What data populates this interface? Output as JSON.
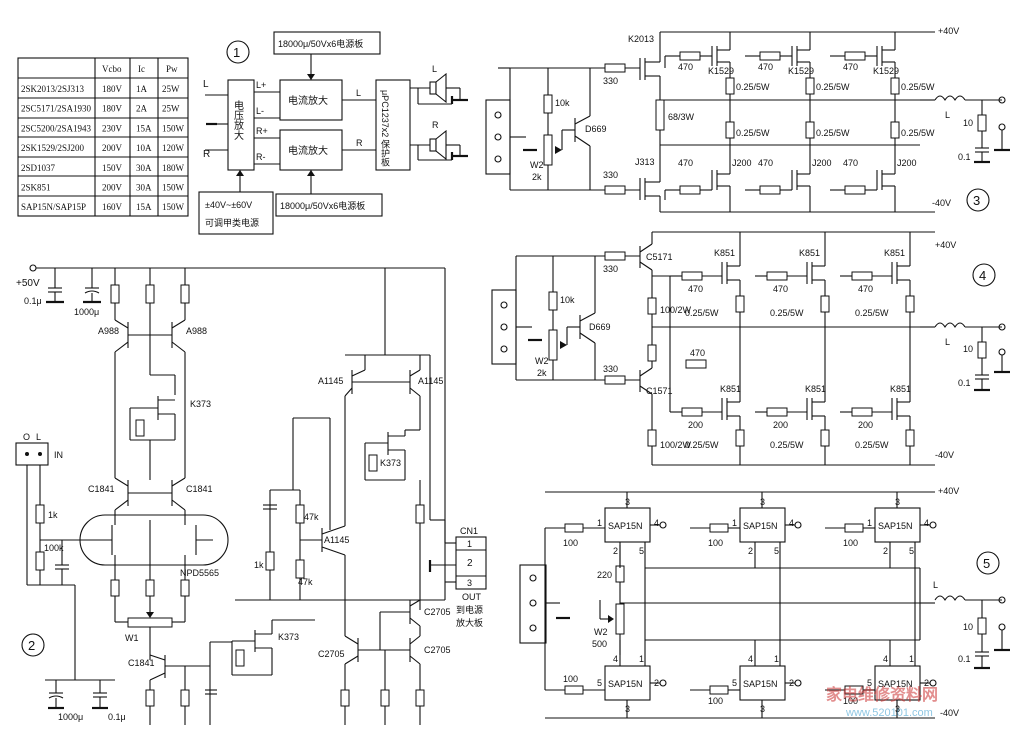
{
  "table": {
    "header": [
      "",
      "Vcbo",
      "Ic",
      "Pw"
    ],
    "rows": [
      [
        "2SK2013/2SJ313",
        "180V",
        "1A",
        "25W"
      ],
      [
        "2SC5171/2SA1930",
        "180V",
        "2A",
        "25W"
      ],
      [
        "2SC5200/2SA1943",
        "230V",
        "15A",
        "150W"
      ],
      [
        "2SK1529/2SJ200",
        "200V",
        "10A",
        "120W"
      ],
      [
        "2SD1037",
        "150V",
        "30A",
        "180W"
      ],
      [
        "2SK851",
        "200V",
        "30A",
        "150W"
      ],
      [
        "SAP15N/SAP15P",
        "160V",
        "15A",
        "150W"
      ]
    ]
  },
  "section_numbers": [
    "1",
    "2",
    "3",
    "4",
    "5"
  ],
  "block1": {
    "preamp": "电压放大",
    "amp_top": "电流放大",
    "amp_bottom": "电流放大",
    "protect": "μPC1237x2 保护板",
    "psu_top": "18000μ/50Vx6电源板",
    "psu_bottom": "18000μ/50Vx6电源板",
    "adj_psu_line1": "±40V~±60V",
    "adj_psu_line2": "可调甲类电源",
    "in_l": "L",
    "in_r": "R",
    "rail_lp": "L+",
    "rail_lm": "L-",
    "rail_rp": "R+",
    "rail_rm": "R-",
    "out_l": "L",
    "out_r": "R",
    "spk_l": "L",
    "spk_r": "R"
  },
  "block2": {
    "supply": "+50V",
    "c1": "0.1μ",
    "c2": "1000μ",
    "q_a988_l": "A988",
    "q_a988_r": "A988",
    "q_k373_top": "K373",
    "q_c1841_l": "C1841",
    "q_c1841_r": "C1841",
    "q_npd": "NPD5565",
    "q_c1841_b": "C1841",
    "q_a1145_l": "A1145",
    "q_a1145_r": "A1145",
    "q_k373_mid": "K373",
    "q_a1145_m": "A1145",
    "q_k373_low": "K373",
    "q_c2705_a": "C2705",
    "q_c2705_b": "C2705",
    "q_c2705_c": "C2705",
    "r_1k": "1k",
    "r_100k": "100k",
    "r_47k_a": "47k",
    "r_47k_b": "47k",
    "r_1k_b": "1k",
    "w1": "W1",
    "in_o": "O",
    "in_l": "L",
    "in_label": "IN",
    "c_bottom1": "1000μ",
    "c_bottom2": "0.1μ",
    "cn1": "CN1",
    "cn_pins": [
      "1",
      "2",
      "3"
    ],
    "out_line1": "OUT",
    "out_line2": "到电源",
    "out_line3": "放大板"
  },
  "block3": {
    "q_k2013": "K2013",
    "q_j313": "J313",
    "q_d669": "D669",
    "r_330a": "330",
    "r_330b": "330",
    "r_10k": "10k",
    "w2": "W2",
    "w2_val": "2k",
    "r_68": "68/3W",
    "k1529": [
      "K1529",
      "K1529",
      "K1529"
    ],
    "j200": [
      "J200",
      "J200",
      "J200"
    ],
    "r470_top": [
      "470",
      "470",
      "470"
    ],
    "r470_bot": [
      "470",
      "470",
      "470"
    ],
    "r025": [
      "0.25/5W",
      "0.25/5W",
      "0.25/5W",
      "0.25/5W",
      "0.25/5W",
      "0.25/5W"
    ],
    "rail_p": "+40V",
    "rail_m": "-40V",
    "coil": "L",
    "r10": "10",
    "c01": "0.1"
  },
  "block4": {
    "q_c5171": "C5171",
    "q_c1571": "C1571",
    "q_d669": "D669",
    "r_330a": "330",
    "r_330b": "330",
    "r_10k": "10k",
    "w2": "W2",
    "w2_val": "2k",
    "r100_2w_a": "100/2W",
    "r100_2w_b": "100/2W",
    "k851_top": [
      "K851",
      "K851",
      "K851"
    ],
    "k851_bot": [
      "K851",
      "K851",
      "K851"
    ],
    "r470": [
      "470",
      "470",
      "470",
      "470"
    ],
    "r200": [
      "200",
      "200",
      "200"
    ],
    "r025": [
      "0.25/5W",
      "0.25/5W",
      "0.25/5W",
      "0.25/5W",
      "0.25/5W",
      "0.25/5W"
    ],
    "rail_p": "+40V",
    "rail_m": "-40V",
    "coil": "L",
    "r10": "10",
    "c01": "0.1"
  },
  "block5": {
    "sap_top": [
      "SAP15N",
      "SAP15N",
      "SAP15N"
    ],
    "sap_bot": [
      "SAP15N",
      "SAP15N",
      "SAP15N"
    ],
    "r100": [
      "100",
      "100",
      "100",
      "100",
      "100",
      "100"
    ],
    "r220": "220",
    "w2": "W2",
    "w2_val": "500",
    "rail_p": "+40V",
    "rail_m": "-40V",
    "coil": "L",
    "r10": "10",
    "c01": "0.1",
    "pin_labels_top": [
      "1",
      "2",
      "3",
      "4",
      "5"
    ],
    "pin_labels_bot": [
      "1",
      "2",
      "3",
      "4",
      "5"
    ]
  },
  "watermark": {
    "text": "家电维修资料网",
    "url": "www.520101.com"
  }
}
